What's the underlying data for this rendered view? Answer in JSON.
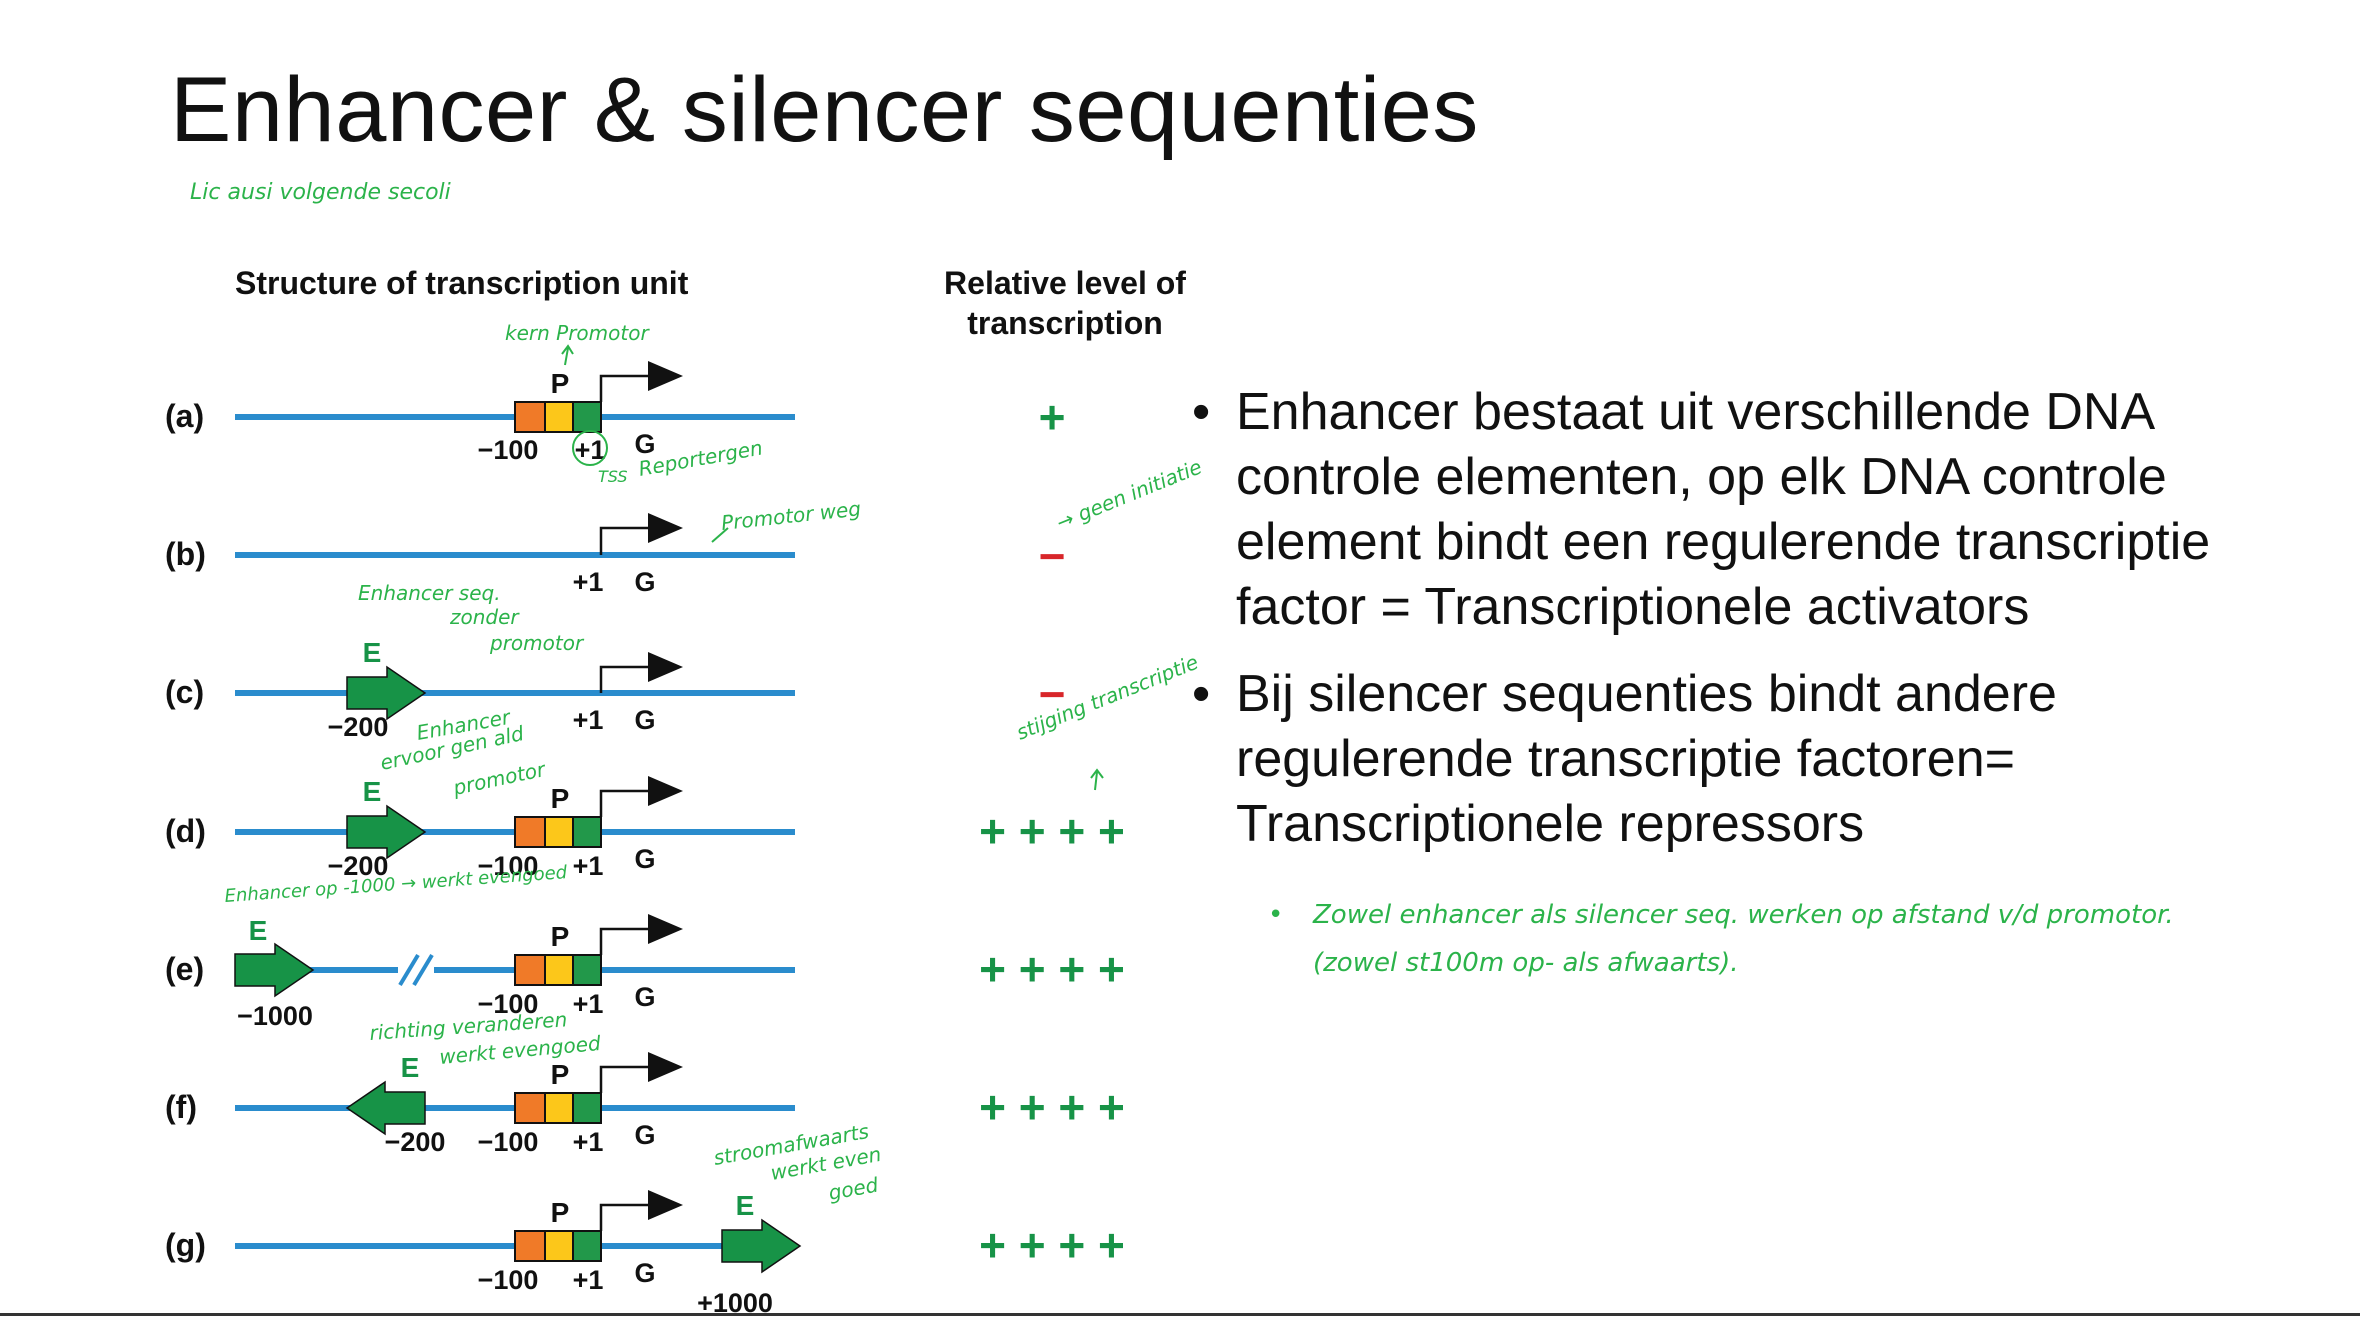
{
  "title": "Enhancer & silencer sequenties",
  "note_top": "Lic ausi volgende secoli",
  "diagram": {
    "col_structure": "Structure of transcription unit",
    "col_level_1": "Relative level of",
    "col_level_2": "transcription",
    "rows": [
      {
        "label": "(a)",
        "level": "+",
        "promoter": true,
        "enhancer": "none",
        "positions": [
          "−100",
          "+1",
          "G"
        ]
      },
      {
        "label": "(b)",
        "level": "−",
        "promoter": false,
        "enhancer": "none",
        "positions": [
          "+1",
          "G"
        ]
      },
      {
        "label": "(c)",
        "level": "−",
        "promoter": false,
        "enhancer": "left",
        "positions": [
          "−200",
          "+1",
          "G"
        ]
      },
      {
        "label": "(d)",
        "level": "+ + + +",
        "promoter": true,
        "enhancer": "left",
        "positions": [
          "−200",
          "−100",
          "+1",
          "G"
        ]
      },
      {
        "label": "(e)",
        "level": "+ + + +",
        "promoter": true,
        "enhancer": "far-left",
        "positions": [
          "−1000",
          "−100",
          "+1",
          "G"
        ]
      },
      {
        "label": "(f)",
        "level": "+ + + +",
        "promoter": true,
        "enhancer": "reversed",
        "positions": [
          "−200",
          "−100",
          "+1",
          "G"
        ]
      },
      {
        "label": "(g)",
        "level": "+ + + +",
        "promoter": true,
        "enhancer": "downstream",
        "positions": [
          "−100",
          "+1",
          "G",
          "+1000"
        ]
      }
    ],
    "p_label": "P",
    "e_label": "E"
  },
  "handwriting": {
    "kern_promotor": "kern Promotor",
    "tss": "TSS",
    "reportergen": "Reportergen",
    "promotor_weg": "Promotor weg",
    "enhancer_zonder": "Enhancer seq.",
    "zonder": "zonder",
    "promotor": "promotor",
    "geen_initiatie": "→ geen initiatie",
    "stijging": "stijging transcriptie",
    "enhancer_ervoor": "Enhancer",
    "ervoor_line": "ervoor gen ald",
    "promotor2": "promotor",
    "enhancer_1000": "Enhancer op -1000 → werkt evengoed",
    "richting": "richting veranderen",
    "werkt": "werkt evengoed",
    "stroomafwaarts": "stroomafwaarts",
    "werkt_even": "werkt even",
    "goed": "goed",
    "note_bullet_1": "Zowel enhancer als silencer seq. werken op afstand v/d promotor.",
    "note_bullet_2": "(zowel st100m op- als afwaarts)."
  },
  "bullets": [
    "Enhancer bestaat uit verschillende DNA controle elementen, op elk DNA controle element bindt een regulerende transcriptie factor = Transcriptionele activators",
    "Bij silencer sequenties bindt andere regulerende transcriptie factoren= Transcriptionele repressors"
  ],
  "colors": {
    "dna": "#2a8ccd",
    "enhancer": "#179347",
    "promoter_orange": "#f07a28",
    "promoter_yellow": "#fcc71a",
    "promoter_green": "#22984a",
    "plus": "#179347",
    "minus": "#d8262a",
    "handwriting": "#2bb34a"
  }
}
